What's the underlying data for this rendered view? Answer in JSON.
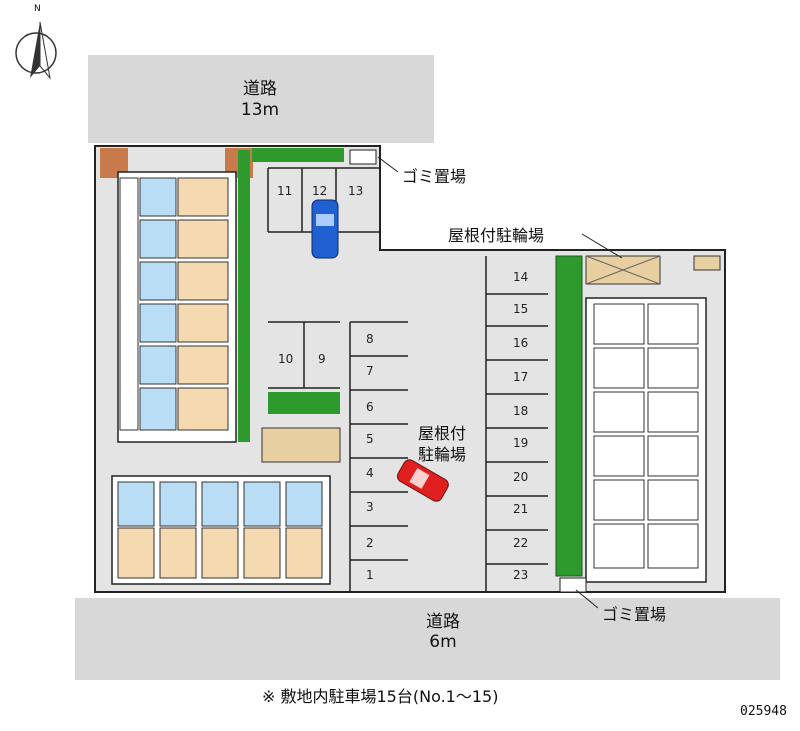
{
  "map": {
    "compass_label": "N",
    "road_north": {
      "name": "道路",
      "width": "13m"
    },
    "road_south": {
      "name": "道路",
      "width": "6m"
    },
    "labels": {
      "garbage_top": "ゴミ置場",
      "garbage_bottom": "ゴミ置場",
      "bike_shed_right": "屋根付駐輪場",
      "bike_shed_center_line1": "屋根付",
      "bike_shed_center_line2": "駐輪場"
    },
    "parking_slots": [
      "1",
      "2",
      "3",
      "4",
      "5",
      "6",
      "7",
      "8",
      "9",
      "10",
      "11",
      "12",
      "13",
      "14",
      "15",
      "16",
      "17",
      "18",
      "19",
      "20",
      "21",
      "22",
      "23"
    ],
    "footer_note": "※ 敷地内駐車場15台(No.1〜15)",
    "image_code": "025948",
    "colors": {
      "road": "#d8d8d8",
      "site": "#e4e4e4",
      "building": "#ffffff",
      "room_blue": "#b9ddf5",
      "room_tan": "#f5d9b0",
      "greenery": "#2e9a2e",
      "brick": "#c87a4a",
      "car_blue": "#2060d0",
      "car_red": "#e02020"
    }
  }
}
